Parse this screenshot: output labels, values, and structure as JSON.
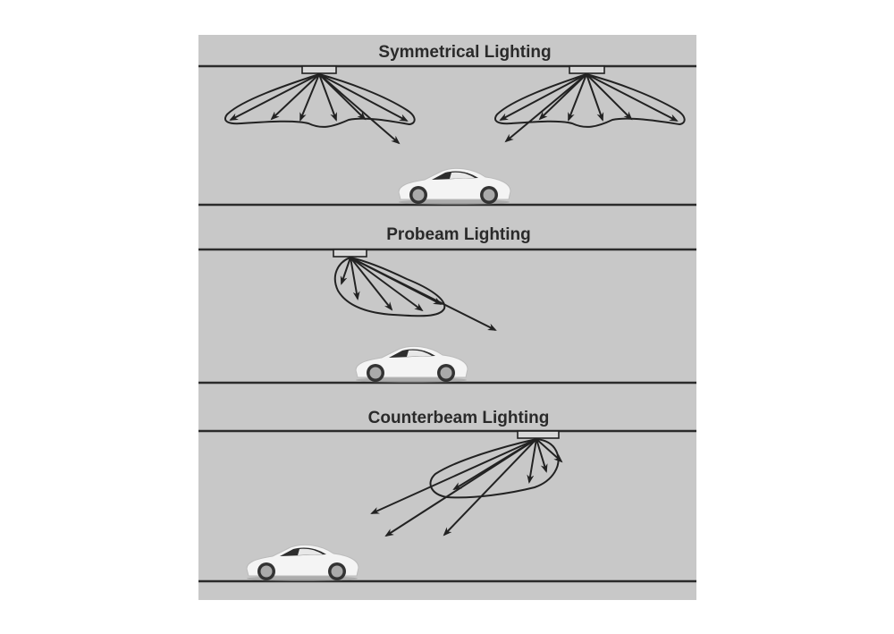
{
  "diagram": {
    "panels": [
      {
        "title": "Symmetrical Lighting"
      },
      {
        "title": "Probeam Lighting"
      },
      {
        "title": "Counterbeam Lighting"
      }
    ]
  },
  "colors": {
    "background": "#c8c8c8",
    "lines": "#222222",
    "car": "#f4f4f4"
  }
}
